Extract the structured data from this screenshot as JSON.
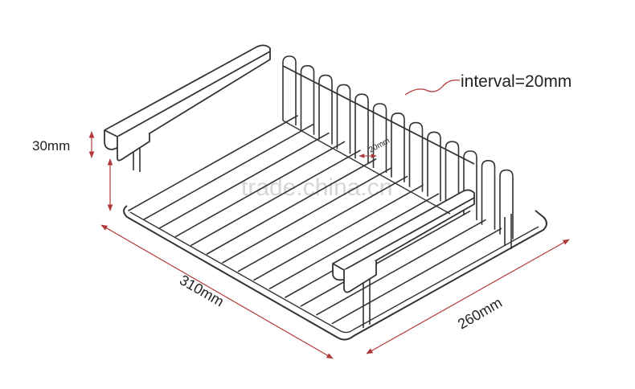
{
  "diagram": {
    "dimensions": {
      "height_label": "30mm",
      "length_label": "310mm",
      "width_label": "260mm",
      "interval_label": "interval=20mm",
      "pitch_label": "20mm"
    },
    "watermark": "trade.china.cn",
    "colors": {
      "wire": "#333333",
      "dimension_arrow": "#b03a3a",
      "text": "#222222",
      "watermark": "#d6d6d6"
    }
  }
}
